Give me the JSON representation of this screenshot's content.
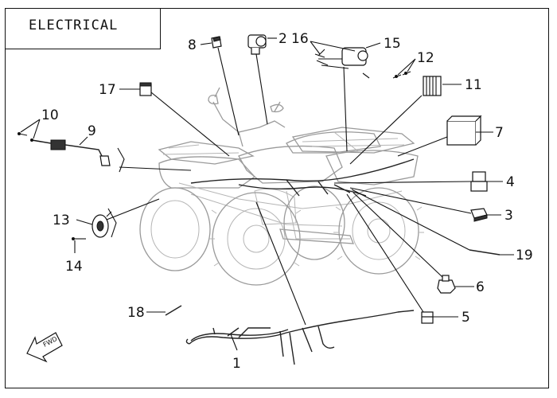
{
  "title": "ELECTRICAL",
  "callouts": [
    "1",
    "2",
    "3",
    "4",
    "5",
    "6",
    "7",
    "8",
    "9",
    "10",
    "11",
    "12",
    "13",
    "14",
    "15",
    "16",
    "17",
    "18",
    "19"
  ],
  "fwd_label": "FWD"
}
